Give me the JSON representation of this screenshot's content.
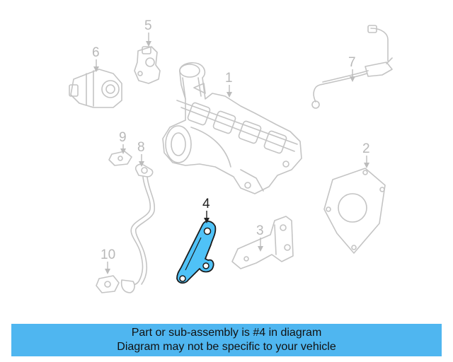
{
  "diagram": {
    "callouts": [
      {
        "id": "1",
        "label": "1"
      },
      {
        "id": "2",
        "label": "2"
      },
      {
        "id": "3",
        "label": "3"
      },
      {
        "id": "4",
        "label": "4"
      },
      {
        "id": "5",
        "label": "5"
      },
      {
        "id": "6",
        "label": "6"
      },
      {
        "id": "7",
        "label": "7"
      },
      {
        "id": "8",
        "label": "8"
      },
      {
        "id": "9",
        "label": "9"
      },
      {
        "id": "10",
        "label": "10"
      }
    ],
    "highlighted_part": "4",
    "highlight_color": "#4fc2f7",
    "line_color": "#c4c4c4"
  },
  "banner": {
    "line1": "Part or sub-assembly is #4 in diagram",
    "line2": "Diagram may not be specific to your vehicle",
    "background": "#4fb6f0"
  }
}
